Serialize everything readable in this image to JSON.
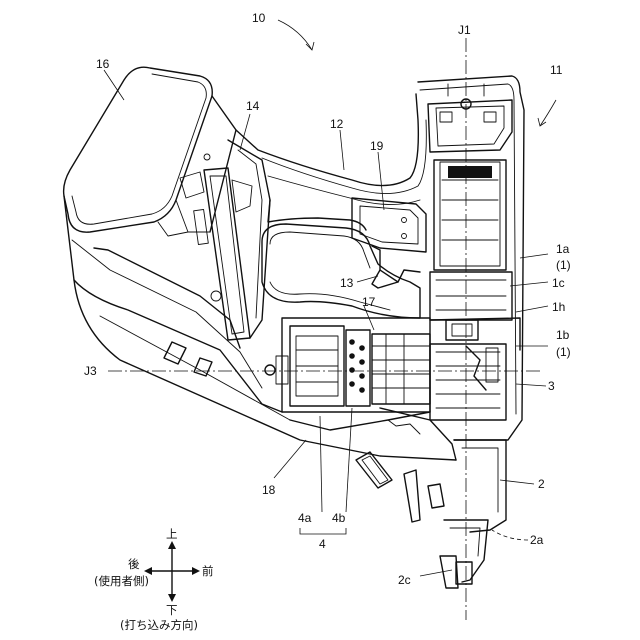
{
  "figure": {
    "labels": {
      "l10": "10",
      "l11": "11",
      "l12": "12",
      "l13": "13",
      "l14": "14",
      "l16": "16",
      "l17": "17",
      "l18": "18",
      "l19": "19",
      "l1a": "1a",
      "l1a_sub": "(1)",
      "l1b": "1b",
      "l1b_sub": "(1)",
      "l1c": "1c",
      "l1h": "1h",
      "l2": "2",
      "l2a": "2a",
      "l2c": "2c",
      "l3": "3",
      "l4": "4",
      "l4a": "4a",
      "l4b": "4b",
      "j1": "J1",
      "j3": "J3"
    },
    "compass": {
      "up": "上",
      "down": "下",
      "front": "前",
      "back": "後",
      "back_note": "(使用者側)",
      "down_note": "(打ち込み方向)"
    }
  }
}
